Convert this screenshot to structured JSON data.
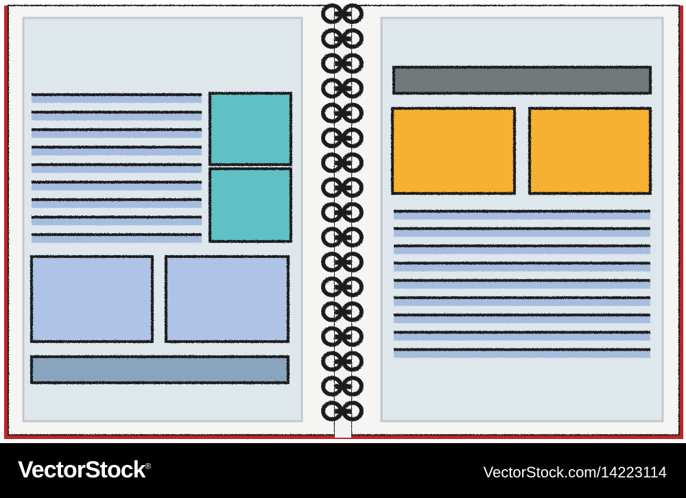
{
  "illustration": {
    "subject": "open spiral notebook",
    "colors": {
      "cover": "#c0252a",
      "paper": "#f5f5f3",
      "page_fill": "#dde7ec",
      "outline": "#1e1e1e",
      "text_line": "#a7bde0",
      "teal_box": "#5fc0c6",
      "blue_box": "#aec3e5",
      "caption_bar": "#88a4bf",
      "heading_bar": "#6f7a7c",
      "orange_box": "#f6b133",
      "spiral": "#1b1b1b"
    }
  },
  "footer": {
    "brand": "VectorStock",
    "brand_mark": "®",
    "image_id": "VectorStock.com/14223114"
  }
}
